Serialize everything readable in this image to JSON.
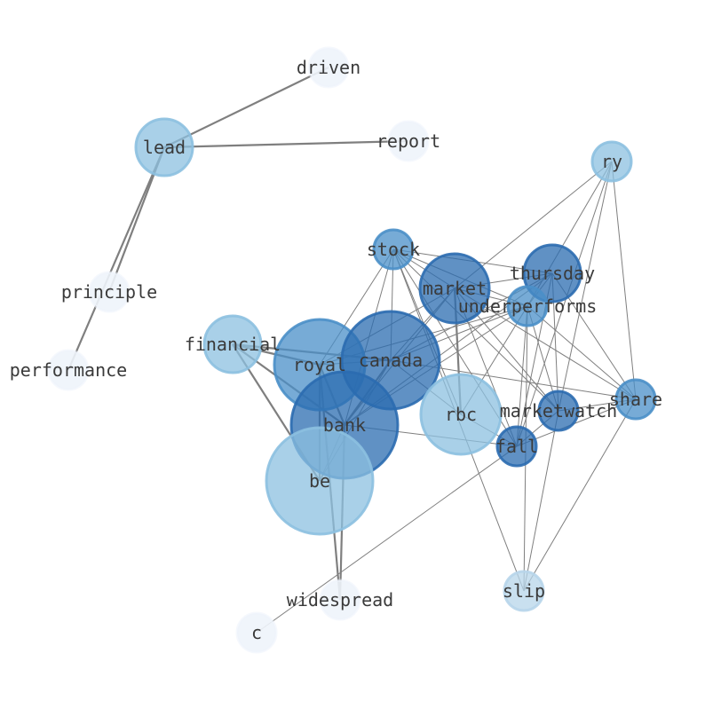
{
  "colors": {
    "edge": "#7f7f7f",
    "dark": "#2b6cb0",
    "mid": "#4a8fc8",
    "light": "#8cc0e0",
    "pale": "#b7d5ea",
    "faint": "#eef4fb"
  },
  "nodes": [
    {
      "id": "driven",
      "label": "driven",
      "color": "faint"
    },
    {
      "id": "report",
      "label": "report",
      "color": "faint"
    },
    {
      "id": "lead",
      "label": "lead",
      "color": "light"
    },
    {
      "id": "ry",
      "label": "ry",
      "color": "light"
    },
    {
      "id": "principle",
      "label": "principle",
      "color": "faint"
    },
    {
      "id": "performance",
      "label": "performance",
      "color": "faint"
    },
    {
      "id": "stock",
      "label": "stock",
      "color": "mid"
    },
    {
      "id": "thursday",
      "label": "thursday",
      "color": "dark"
    },
    {
      "id": "market",
      "label": "market",
      "color": "dark"
    },
    {
      "id": "underperforms",
      "label": "underperforms",
      "color": "mid"
    },
    {
      "id": "financial",
      "label": "financial",
      "color": "light"
    },
    {
      "id": "royal",
      "label": "royal",
      "color": "mid"
    },
    {
      "id": "canada",
      "label": "canada",
      "color": "dark"
    },
    {
      "id": "bank",
      "label": "bank",
      "color": "dark"
    },
    {
      "id": "rbc",
      "label": "rbc",
      "color": "light"
    },
    {
      "id": "marketwatch",
      "label": "marketwatch",
      "color": "dark"
    },
    {
      "id": "share",
      "label": "share",
      "color": "mid"
    },
    {
      "id": "fall",
      "label": "fall",
      "color": "dark"
    },
    {
      "id": "be",
      "label": "be",
      "color": "light"
    },
    {
      "id": "widespread",
      "label": "widespread",
      "color": "faint"
    },
    {
      "id": "c",
      "label": "c",
      "color": "faint"
    },
    {
      "id": "slip",
      "label": "slip",
      "color": "pale"
    }
  ],
  "edges": [
    [
      "lead",
      "driven"
    ],
    [
      "lead",
      "report"
    ],
    [
      "lead",
      "principle"
    ],
    [
      "lead",
      "performance"
    ],
    [
      "financial",
      "royal"
    ],
    [
      "financial",
      "canada"
    ],
    [
      "financial",
      "bank"
    ],
    [
      "financial",
      "be"
    ],
    [
      "royal",
      "canada"
    ],
    [
      "royal",
      "bank"
    ],
    [
      "royal",
      "be"
    ],
    [
      "canada",
      "bank"
    ],
    [
      "canada",
      "be"
    ],
    [
      "bank",
      "be"
    ],
    [
      "bank",
      "widespread"
    ],
    [
      "bank",
      "fall"
    ],
    [
      "royal",
      "widespread"
    ],
    [
      "stock",
      "market"
    ],
    [
      "stock",
      "thursday"
    ],
    [
      "stock",
      "underperforms"
    ],
    [
      "stock",
      "canada"
    ],
    [
      "stock",
      "royal"
    ],
    [
      "stock",
      "bank"
    ],
    [
      "stock",
      "rbc"
    ],
    [
      "stock",
      "marketwatch"
    ],
    [
      "stock",
      "fall"
    ],
    [
      "stock",
      "slip"
    ],
    [
      "market",
      "thursday"
    ],
    [
      "market",
      "underperforms"
    ],
    [
      "market",
      "canada"
    ],
    [
      "market",
      "royal"
    ],
    [
      "market",
      "bank"
    ],
    [
      "market",
      "rbc"
    ],
    [
      "market",
      "marketwatch"
    ],
    [
      "market",
      "fall"
    ],
    [
      "market",
      "share"
    ],
    [
      "thursday",
      "underperforms"
    ],
    [
      "thursday",
      "canada"
    ],
    [
      "thursday",
      "bank"
    ],
    [
      "thursday",
      "marketwatch"
    ],
    [
      "thursday",
      "share"
    ],
    [
      "thursday",
      "fall"
    ],
    [
      "underperforms",
      "canada"
    ],
    [
      "underperforms",
      "royal"
    ],
    [
      "underperforms",
      "bank"
    ],
    [
      "underperforms",
      "rbc"
    ],
    [
      "underperforms",
      "marketwatch"
    ],
    [
      "underperforms",
      "fall"
    ],
    [
      "underperforms",
      "share"
    ],
    [
      "underperforms",
      "slip"
    ],
    [
      "ry",
      "market"
    ],
    [
      "ry",
      "marketwatch"
    ],
    [
      "ry",
      "share"
    ],
    [
      "ry",
      "fall"
    ],
    [
      "ry",
      "underperforms"
    ],
    [
      "marketwatch",
      "share"
    ],
    [
      "marketwatch",
      "fall"
    ],
    [
      "share",
      "fall"
    ],
    [
      "share",
      "slip"
    ],
    [
      "share",
      "canada"
    ],
    [
      "marketwatch",
      "slip"
    ],
    [
      "fall",
      "c"
    ],
    [
      "rbc",
      "canada"
    ],
    [
      "rbc",
      "fall"
    ]
  ]
}
